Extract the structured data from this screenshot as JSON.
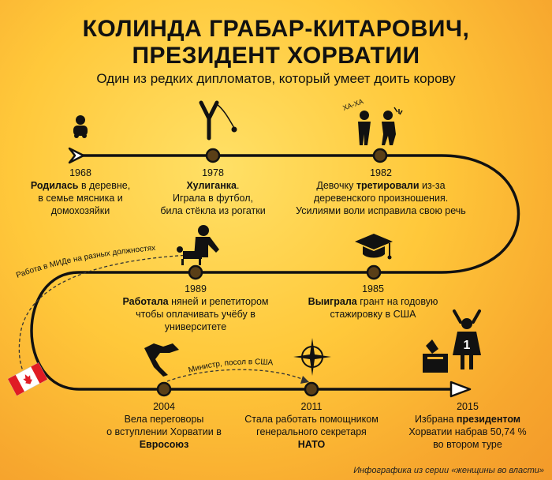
{
  "header": {
    "title_line1": "КОЛИНДА ГРАБАР-КИТАРОВИЧ,",
    "title_line2": "ПРЕЗИДЕНТ ХОРВАТИИ",
    "subtitle": "Один из редких дипломатов, который умеет доить корову"
  },
  "events": [
    {
      "year": "1968",
      "bold": "Родилась",
      "t1": " в деревне,",
      "t2": "в семье мясника и",
      "t3": "домохозяйки",
      "icon": "baby-icon"
    },
    {
      "year": "1978",
      "bold": "Хулиганка",
      "t1": ".",
      "t2": "Играла в футбол,",
      "t3": "била стёкла из рогатки",
      "icon": "slingshot-icon"
    },
    {
      "year": "1982",
      "pre": "Девочку ",
      "bold": "третировали",
      "t1": " из-за",
      "t2": "деревенского произношения.",
      "t3": "Усилиями воли исправила свою речь",
      "icon": "bullying-icon"
    },
    {
      "year": "1985",
      "bold": "Выиграла",
      "t1": " грант на годовую",
      "t2": "стажировку в США",
      "icon": "graduation-cap-icon"
    },
    {
      "year": "1989",
      "bold": "Работала",
      "t1": " няней и репетитором",
      "t2": "чтобы оплачивать учёбу в",
      "t3": "университете",
      "icon": "nanny-icon"
    },
    {
      "year": "2004",
      "t0": "Вела переговоры",
      "t2": "о вступлении Хорватии в",
      "bold3": "Евросоюз",
      "icon": "croatia-map-icon"
    },
    {
      "year": "2011",
      "t0": "Стала работать помощником",
      "t2": "генерального секретаря",
      "bold3": "НАТО",
      "icon": "nato-icon"
    },
    {
      "year": "2015",
      "t0": "Избрана ",
      "bold": "президентом",
      "t2": "Хорватии набрав 50,74 %",
      "t3": "во втором туре",
      "icon": "president-icon"
    }
  ],
  "dashed_labels": {
    "mfa": "Работа в МИДе на разных должностях",
    "usa": "Министр, посол в США"
  },
  "badges": {
    "president_number": "1"
  },
  "footer": "Инфографика из серии «женщины во власти»",
  "colors": {
    "road": "#111111",
    "marker": "#5a3f17",
    "canada": "#e01c24"
  }
}
